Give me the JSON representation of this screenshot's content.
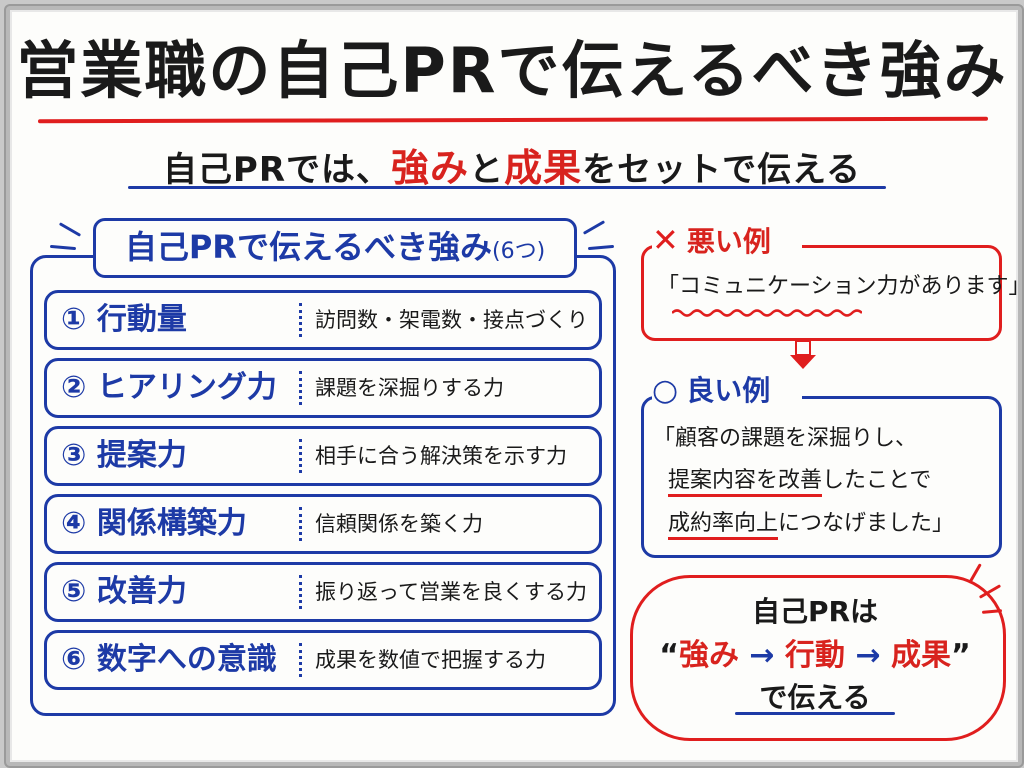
{
  "title": "営業職の自己PRで伝えるべき強み",
  "subtitle": {
    "part1": "自己PRでは、",
    "strength": "強み",
    "part2": "と",
    "result": "成果",
    "part3": "をセットで伝える"
  },
  "strengths_panel": {
    "heading": "自己PRで伝えるべき強み",
    "count": "(6つ)",
    "items": [
      {
        "label": "① 行動量",
        "desc": "訪問数・架電数・接点づくり"
      },
      {
        "label": "② ヒアリング力",
        "desc": "課題を深掘りする力"
      },
      {
        "label": "③ 提案力",
        "desc": "相手に合う解決策を示す力"
      },
      {
        "label": "④ 関係構築力",
        "desc": "信頼関係を築く力"
      },
      {
        "label": "⑤ 改善力",
        "desc": "振り返って営業を良くする力"
      },
      {
        "label": "⑥ 数字への意識",
        "desc": "成果を数値で把握する力"
      }
    ]
  },
  "bad_example": {
    "mark": "✕",
    "heading": "悪い例",
    "text": "「コミュニケーション力があります」"
  },
  "good_example": {
    "mark": "○",
    "heading": "良い例",
    "line1": "「顧客の課題を深掘りし、",
    "line2_ul": "提案内容を改善",
    "line2_rest": "したことで",
    "line3_ul": "成約率向上",
    "line3_rest": "につなげました」"
  },
  "summary": {
    "line1": "自己PRは",
    "open_quote": "“",
    "s1": "強み",
    "arrow": "→",
    "s2": "行動",
    "s3": "成果",
    "close_quote": "”",
    "line3": "で伝える"
  },
  "colors": {
    "red": "#e01e1e",
    "blue": "#1d3aa6",
    "ink": "#1a1a1a"
  }
}
